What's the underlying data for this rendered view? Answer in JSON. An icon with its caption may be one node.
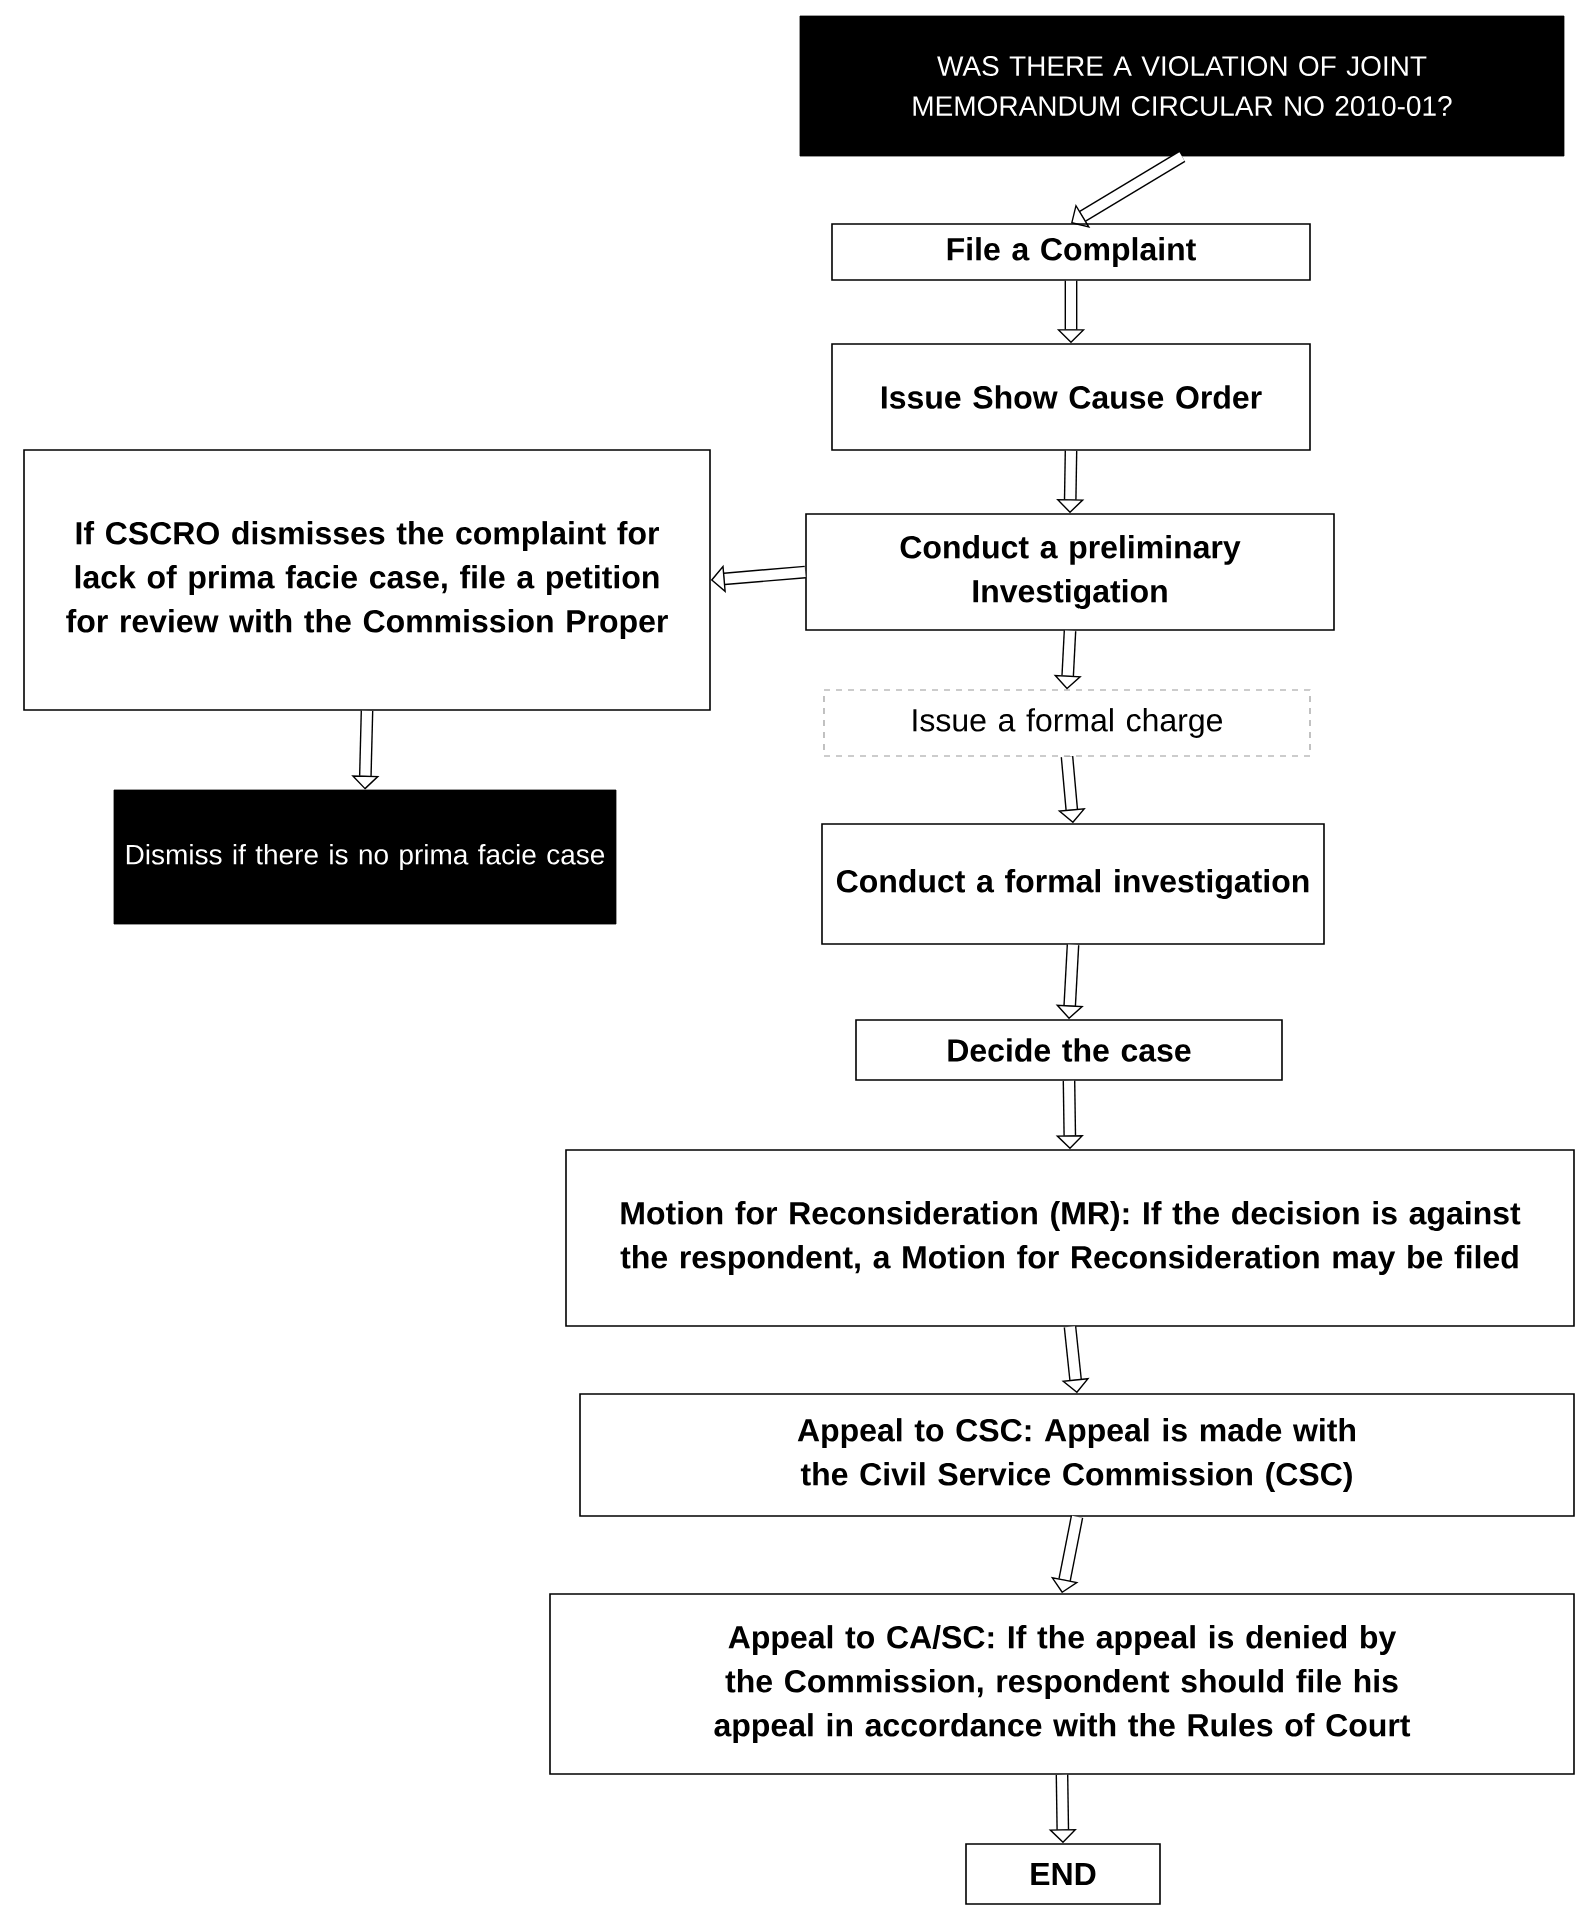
{
  "diagram": {
    "nodes": [
      {
        "text": [
          "WAS THERE A VIOLATION OF JOINT MEMORANDUM CIRCULAR NO 2010-01?"
        ]
      },
      {
        "text": [
          "File a Complaint"
        ]
      },
      {
        "text": [
          "Issue Show Cause Order"
        ]
      },
      {
        "text": [
          "Conduct a preliminary Investigation"
        ]
      },
      {
        "text": [
          "If CSCRO dismisses the complaint for lack of prima facie case, file a petition for review with the Commission Proper"
        ]
      },
      {
        "text": [
          "Dismiss if there is no prima facie case"
        ]
      },
      {
        "text": [
          "Issue a formal charge"
        ]
      },
      {
        "text": [
          "Conduct a formal investigation"
        ]
      },
      {
        "text": [
          "Decide the case"
        ]
      },
      {
        "text": [
          "Motion for Reconsideration (MR): If the decision is against the respondent, a Motion for Reconsideration may be filed"
        ]
      },
      {
        "text": [
          "Appeal to CSC: Appeal is made with the Civil Service Commission (CSC)"
        ]
      },
      {
        "text": [
          "Appeal to CA/SC: If the appeal is denied by the Commission, respondent should file his appeal in accordance with the Rules of Court"
        ]
      },
      {
        "text": [
          "END"
        ]
      }
    ],
    "edges": [
      {
        "from": 0,
        "to": 1,
        "arrow": "to"
      },
      {
        "from": 1,
        "to": 2,
        "arrow": "to"
      },
      {
        "from": 2,
        "to": 3,
        "arrow": "to"
      },
      {
        "from": 3,
        "to": 4,
        "arrow": "to"
      },
      {
        "from": 4,
        "to": 5,
        "arrow": "to"
      },
      {
        "from": 3,
        "to": 6,
        "arrow": "to"
      },
      {
        "from": 6,
        "to": 7,
        "arrow": "to"
      },
      {
        "from": 7,
        "to": 8,
        "arrow": "to"
      },
      {
        "from": 8,
        "to": 9,
        "arrow": "to"
      },
      {
        "from": 9,
        "to": 10,
        "arrow": "to"
      },
      {
        "from": 10,
        "to": 11,
        "arrow": "to"
      },
      {
        "from": 11,
        "to": 12,
        "arrow": "to"
      }
    ]
  }
}
